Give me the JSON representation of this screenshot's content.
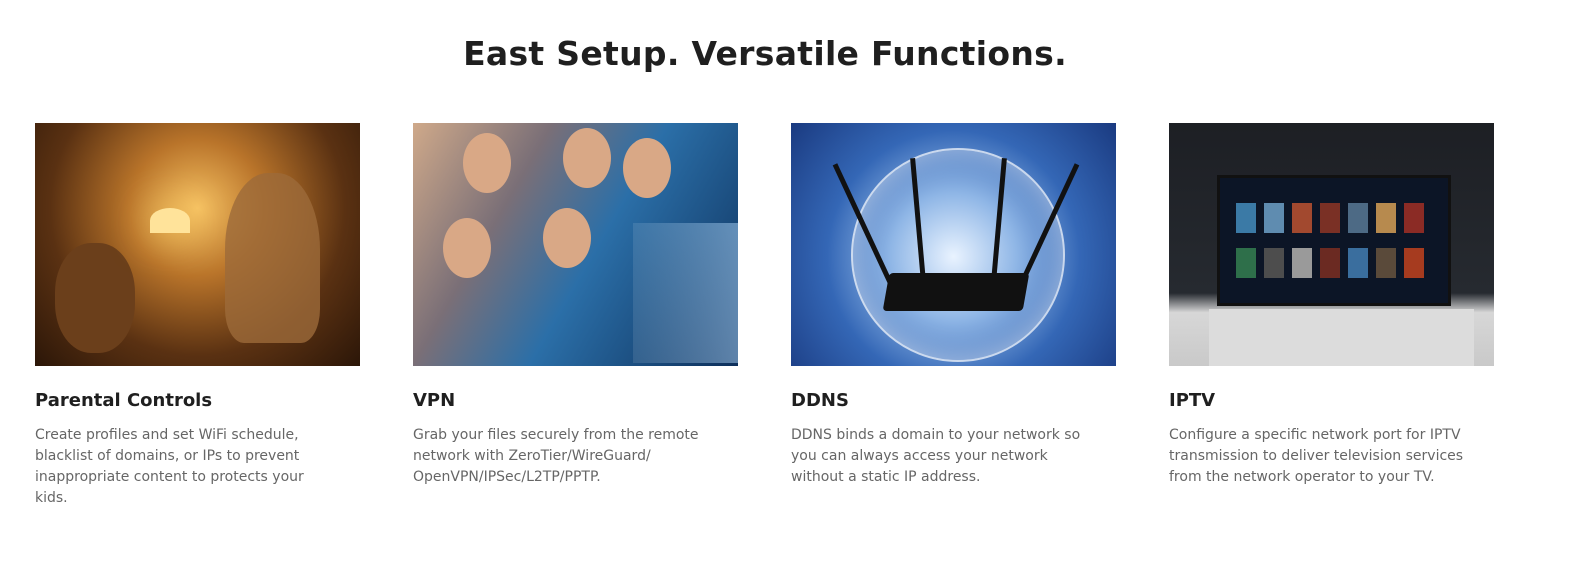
{
  "heading": "East Setup. Versatile Functions.",
  "features": [
    {
      "title": "Parental Controls",
      "description": "Create profiles and set WiFi schedule, blacklist of domains, or IPs to prevent inappropriate content to protects your kids."
    },
    {
      "title": "VPN",
      "description": "Grab your files securely from the remote network with ZeroTier/WireGuard/ OpenVPN/IPSec/L2TP/PPTP."
    },
    {
      "title": "DDNS",
      "description": "DDNS binds a domain to your network so you can always access your network without a static IP address."
    },
    {
      "title": "IPTV",
      "description": "Configure a specific network port for IPTV transmission to deliver television services from the network operator to your TV."
    }
  ]
}
